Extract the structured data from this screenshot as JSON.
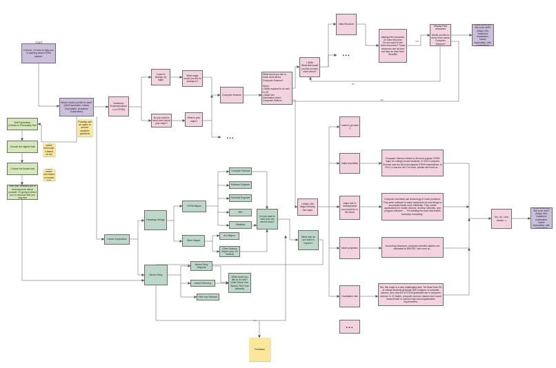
{
  "colors": {
    "purple": "#cbbfdc",
    "pink": "#f2d3df",
    "green": "#bcd8c9",
    "lightgreen": "#d5e8b8",
    "yellow": "#fbe79a",
    "edge": "#555555"
  },
  "start_label": "START",
  "nodes": [
    {
      "id": "start",
      "kind": "purple",
      "text": "Hi there, I'm here to help you in learning about STEM careers."
    },
    {
      "id": "where",
      "kind": "purple",
      "text": "Where would you like to start? (Self Exploration, Career Exploration, Academic Exploration)"
    },
    {
      "id": "note1",
      "kind": "yellow",
      "text": "Possibly add an option to answer students' questions"
    },
    {
      "id": "academic",
      "kind": "pink",
      "text": "Academic Exploration(focus on STEM)"
    },
    {
      "id": "change",
      "kind": "pink",
      "text": "I want to change my major"
    },
    {
      "id": "majorchange",
      "kind": "pink",
      "text": "What major would you like to change to?"
    },
    {
      "id": "learnmajor",
      "kind": "pink",
      "text": "Do you want to learn more about your major?"
    },
    {
      "id": "whatmajor",
      "kind": "pink",
      "text": "What is your major?"
    },
    {
      "id": "cs",
      "kind": "pink",
      "text": "Computer Science"
    },
    {
      "id": "dots1",
      "kind": "dots",
      "text": "..."
    },
    {
      "id": "knowmore",
      "kind": "pink",
      "text": "What would you like to know more about Computer Science?\n\nMenu:\n• Skills required to do well in CS\n• Major info\nInformation about Computer Science"
    },
    {
      "id": "skills",
      "kind": "pink",
      "text": "• Skills\nWhat skill would you like to learn more about?"
    },
    {
      "id": "datastructure",
      "kind": "pink",
      "text": "Data Structure"
    },
    {
      "id": "dots2",
      "kind": "dots",
      "text": "..."
    },
    {
      "id": "display",
      "kind": "pink",
      "text": "display free resources on Data Structure\nDo you want to see more resources? These resources are not free but they do have their benefits!"
    },
    {
      "id": "paid",
      "kind": "pink",
      "text": "Display Paid resources\n\nWould you like to know more about Computer Science?"
    },
    {
      "id": "next1",
      "kind": "purple",
      "text": "What would you like to do next? (Major Info, Academic exploration, career exploration, self-exploration)"
    },
    {
      "id": "majorinfo",
      "kind": "pink",
      "text": "• Major_info\nMajor info/why this major"
    },
    {
      "id": "goback",
      "kind": "pink",
      "text": "I want to go back :)"
    },
    {
      "id": "popularity",
      "kind": "pink",
      "text": "major popularity"
    },
    {
      "id": "popularity_text",
      "kind": "pink",
      "text": "Computer Science climbs to 4th most popular STEM major for college-bound students. In 2013 Computer Science was the 8th most popular STEM major/career. In 2014, it was the 4th. For more, please see more at ..."
    },
    {
      "id": "roleindustry",
      "kind": "pink",
      "text": "major role in industry/what you would do in the future"
    },
    {
      "id": "role_text",
      "kind": "pink",
      "text": "Computer scientists use technology to solve problems. They write software to make computers do new things or accomplish tasks more efficiently. They create applications for mobile devices, develop websites, and program software. ... \"It's building the tools that enable everyday computing.\""
    },
    {
      "id": "future",
      "kind": "pink",
      "text": "future projection"
    },
    {
      "id": "future_text",
      "kind": "pink",
      "text": "According Glassdoor, computer scientist  salaries are estimated to $99,292. See more at..."
    },
    {
      "id": "graduation",
      "kind": "pink",
      "text": "Graduation rate"
    },
    {
      "id": "grad_text",
      "kind": "pink",
      "text": "Yes, this major is a very challenging  task, Yet fewer than 3% of college students graduate with a degree in computer science, and only 8% of STEM graduates are in computer science. In 22 states, computer science classes don't count toward math or science high school graduation requirements."
    },
    {
      "id": "dots3",
      "kind": "dots",
      "text": "..."
    },
    {
      "id": "yesthanks",
      "kind": "pink",
      "text": "Yes, ok, I see, thanks ; )"
    },
    {
      "id": "next2",
      "kind": "purple",
      "text": "What would you like to do next? (Major Info, Academic exploration, career exploration, self-exploration)"
    },
    {
      "id": "selfexp",
      "kind": "lightgreen",
      "text": "Self Exploration\n(Directs to Personality Test"
    },
    {
      "id": "highest",
      "kind": "lightgreen",
      "text": "Choose the highest trait"
    },
    {
      "id": "note_highest",
      "kind": "yellow",
      "text": "Output career information based on the trait"
    },
    {
      "id": "lowest",
      "kind": "lightgreen",
      "text": "Choose the lowest trait"
    },
    {
      "id": "note_lowest",
      "kind": "yellow",
      "text": "Output career info based on lowest trait"
    },
    {
      "id": "nowthat",
      "kind": "lightgreen",
      "text": "Now that I assisted you in learning more about yourself, I'm going to direct you to resource that you may like"
    },
    {
      "id": "career",
      "kind": "green",
      "text": "Career Exploration"
    },
    {
      "id": "roadmap",
      "kind": "green",
      "text": "Roadmap Design"
    },
    {
      "id": "stem",
      "kind": "green",
      "text": "STEM Majors"
    },
    {
      "id": "other",
      "kind": "green",
      "text": "Other Majors"
    },
    {
      "id": "m_cs",
      "kind": "green",
      "text": "Computer Science"
    },
    {
      "id": "m_sw",
      "kind": "green",
      "text": "Software Engineer"
    },
    {
      "id": "m_ee",
      "kind": "green",
      "text": "Electrical Engineer"
    },
    {
      "id": "m_ms",
      "kind": "green",
      "text": "MIS"
    },
    {
      "id": "m_st",
      "kind": "green",
      "text": "Statistics"
    },
    {
      "id": "m_art",
      "kind": "green",
      "text": "Art. Majors"
    },
    {
      "id": "m_os",
      "kind": "green",
      "text": "Other Science Majors (non CS related)"
    },
    {
      "id": "hearalumni",
      "kind": "green",
      "text": "Do you want to hear from the alumni story?"
    },
    {
      "id": "explore",
      "kind": "green",
      "text": "What else do you want to explore?"
    },
    {
      "id": "alumni",
      "kind": "green",
      "text": "Alumni Story"
    },
    {
      "id": "snippets",
      "kind": "green",
      "text": "Alumni Story Snippets"
    },
    {
      "id": "directory",
      "kind": "green",
      "text": "Alumni Directory"
    },
    {
      "id": "network",
      "kind": "green",
      "text": "Find Your Network"
    },
    {
      "id": "whatnext3",
      "kind": "green",
      "text": "What would you like to do next? (Visit Check Your Alumni, Find Your Network)"
    },
    {
      "id": "feedback",
      "kind": "yellow",
      "text": "Feedback"
    }
  ],
  "edge_labels": [
    "Yes",
    "No",
    "Yes",
    "Yes"
  ]
}
